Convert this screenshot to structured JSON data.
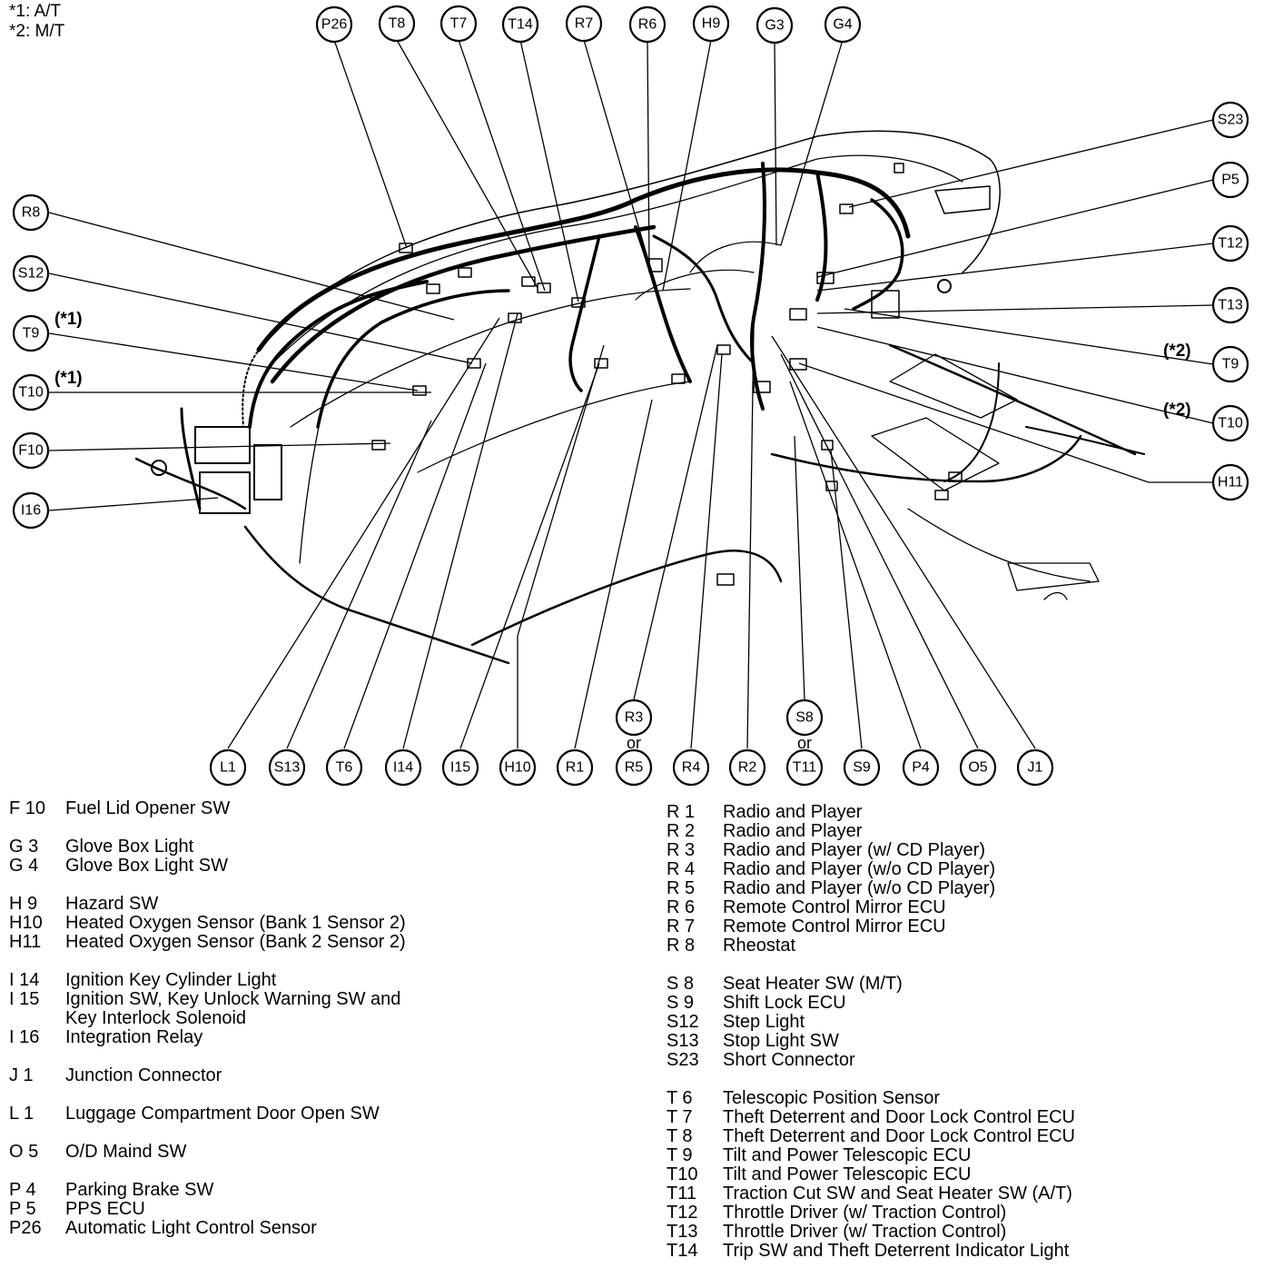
{
  "footnotes": [
    "*1: A/T",
    "*2: M/T"
  ],
  "top_callouts": [
    "P26",
    "T8",
    "T7",
    "T14",
    "R7",
    "R6",
    "H9",
    "G3",
    "G4"
  ],
  "left_callouts": [
    "R8",
    "S12",
    "T9",
    "T10",
    "F10",
    "I16"
  ],
  "left_notes": {
    "T9": "(*1)",
    "T10": "(*1)"
  },
  "right_callouts": [
    "S23",
    "P5",
    "T12",
    "T13",
    "T9",
    "T10",
    "H11"
  ],
  "right_notes": {
    "T9": "(*2)",
    "T10": "(*2)"
  },
  "bottom_callouts": [
    "L1",
    "S13",
    "T6",
    "I14",
    "I15",
    "H10",
    "R1",
    "R5",
    "R4",
    "R2",
    "T11",
    "S9",
    "P4",
    "O5",
    "J1"
  ],
  "alt_callouts": {
    "R3": "R3",
    "R3_or": "or",
    "S8": "S8",
    "S8_or": "or"
  },
  "legend_left": [
    {
      "code": "F 10",
      "text": "Fuel Lid Opener SW"
    },
    null,
    {
      "code": "G 3",
      "text": "Glove Box Light"
    },
    {
      "code": "G 4",
      "text": "Glove Box Light SW"
    },
    null,
    {
      "code": "H 9",
      "text": "Hazard SW"
    },
    {
      "code": "H10",
      "text": "Heated Oxygen Sensor (Bank 1 Sensor 2)"
    },
    {
      "code": "H11",
      "text": "Heated Oxygen Sensor (Bank 2 Sensor 2)"
    },
    null,
    {
      "code": "I 14",
      "text": "Ignition Key Cylinder Light"
    },
    {
      "code": "I 15",
      "text": "Ignition SW, Key Unlock Warning SW and"
    },
    {
      "code": "",
      "text": "Key Interlock Solenoid"
    },
    {
      "code": "I 16",
      "text": "Integration Relay"
    },
    null,
    {
      "code": "J 1",
      "text": "Junction Connector"
    },
    null,
    {
      "code": "L 1",
      "text": "Luggage Compartment Door Open SW"
    },
    null,
    {
      "code": "O 5",
      "text": "O/D Maind SW"
    },
    null,
    {
      "code": "P 4",
      "text": "Parking Brake SW"
    },
    {
      "code": "P 5",
      "text": "PPS ECU"
    },
    {
      "code": "P26",
      "text": "Automatic Light Control Sensor"
    }
  ],
  "legend_right": [
    {
      "code": "R 1",
      "text": "Radio and Player"
    },
    {
      "code": "R 2",
      "text": "Radio and Player"
    },
    {
      "code": "R 3",
      "text": "Radio and Player (w/ CD Player)"
    },
    {
      "code": "R 4",
      "text": "Radio and Player (w/o CD Player)"
    },
    {
      "code": "R 5",
      "text": "Radio and Player (w/o CD Player)"
    },
    {
      "code": "R 6",
      "text": "Remote Control Mirror ECU"
    },
    {
      "code": "R 7",
      "text": "Remote Control Mirror ECU"
    },
    {
      "code": "R 8",
      "text": "Rheostat"
    },
    null,
    {
      "code": "S 8",
      "text": "Seat Heater SW (M/T)"
    },
    {
      "code": "S 9",
      "text": "Shift Lock ECU"
    },
    {
      "code": "S12",
      "text": "Step Light"
    },
    {
      "code": "S13",
      "text": "Stop Light SW"
    },
    {
      "code": "S23",
      "text": "Short Connector"
    },
    null,
    {
      "code": "T 6",
      "text": "Telescopic Position Sensor"
    },
    {
      "code": "T 7",
      "text": "Theft Deterrent and Door Lock Control ECU"
    },
    {
      "code": "T 8",
      "text": "Theft Deterrent and Door Lock Control ECU"
    },
    {
      "code": "T 9",
      "text": "Tilt and Power Telescopic ECU"
    },
    {
      "code": "T10",
      "text": "Tilt and Power Telescopic ECU"
    },
    {
      "code": "T11",
      "text": "Traction Cut SW and Seat Heater SW (A/T)"
    },
    {
      "code": "T12",
      "text": "Throttle Driver (w/ Traction Control)"
    },
    {
      "code": "T13",
      "text": "Throttle Driver (w/ Traction Control)"
    },
    {
      "code": "T14",
      "text": "Trip SW and Theft Deterrent Indicator Light"
    }
  ]
}
